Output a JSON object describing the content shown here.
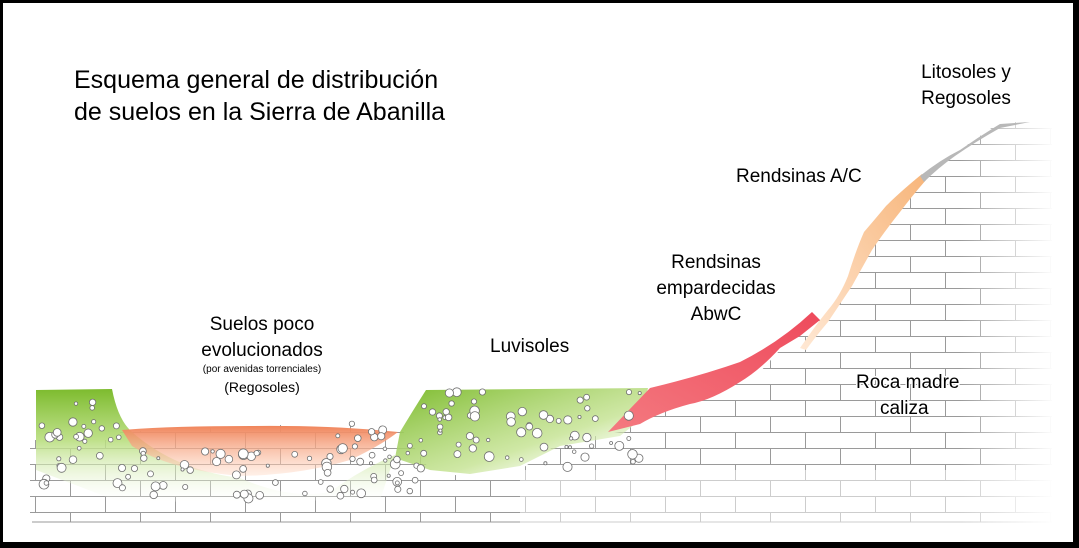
{
  "title": {
    "line1": "Esquema general de distribución",
    "line2": "de suelos en la Sierra de Abanilla"
  },
  "labels": {
    "suelos": {
      "line1": "Suelos poco",
      "line2": "evolucionados",
      "note": "(por avenidas torrenciales)",
      "sub": "(Regosoles)"
    },
    "luvisoles": "Luvisoles",
    "rendsinas_emp": {
      "line1": "Rendsinas",
      "line2": "empardecidas",
      "line3": "AbwC"
    },
    "rendsinas_ac": "Rendsinas A/C",
    "litosoles": {
      "line1": "Litosoles y",
      "line2": "Regosoles"
    },
    "roca": {
      "line1": "Roca madre",
      "line2": "caliza"
    }
  },
  "colors": {
    "green": "#8cc63f",
    "orange": "#f4956a",
    "red": "#f05a6a",
    "peach": "#f9c08a",
    "brick_line": "#9a9a9a",
    "frame": "#000000"
  }
}
